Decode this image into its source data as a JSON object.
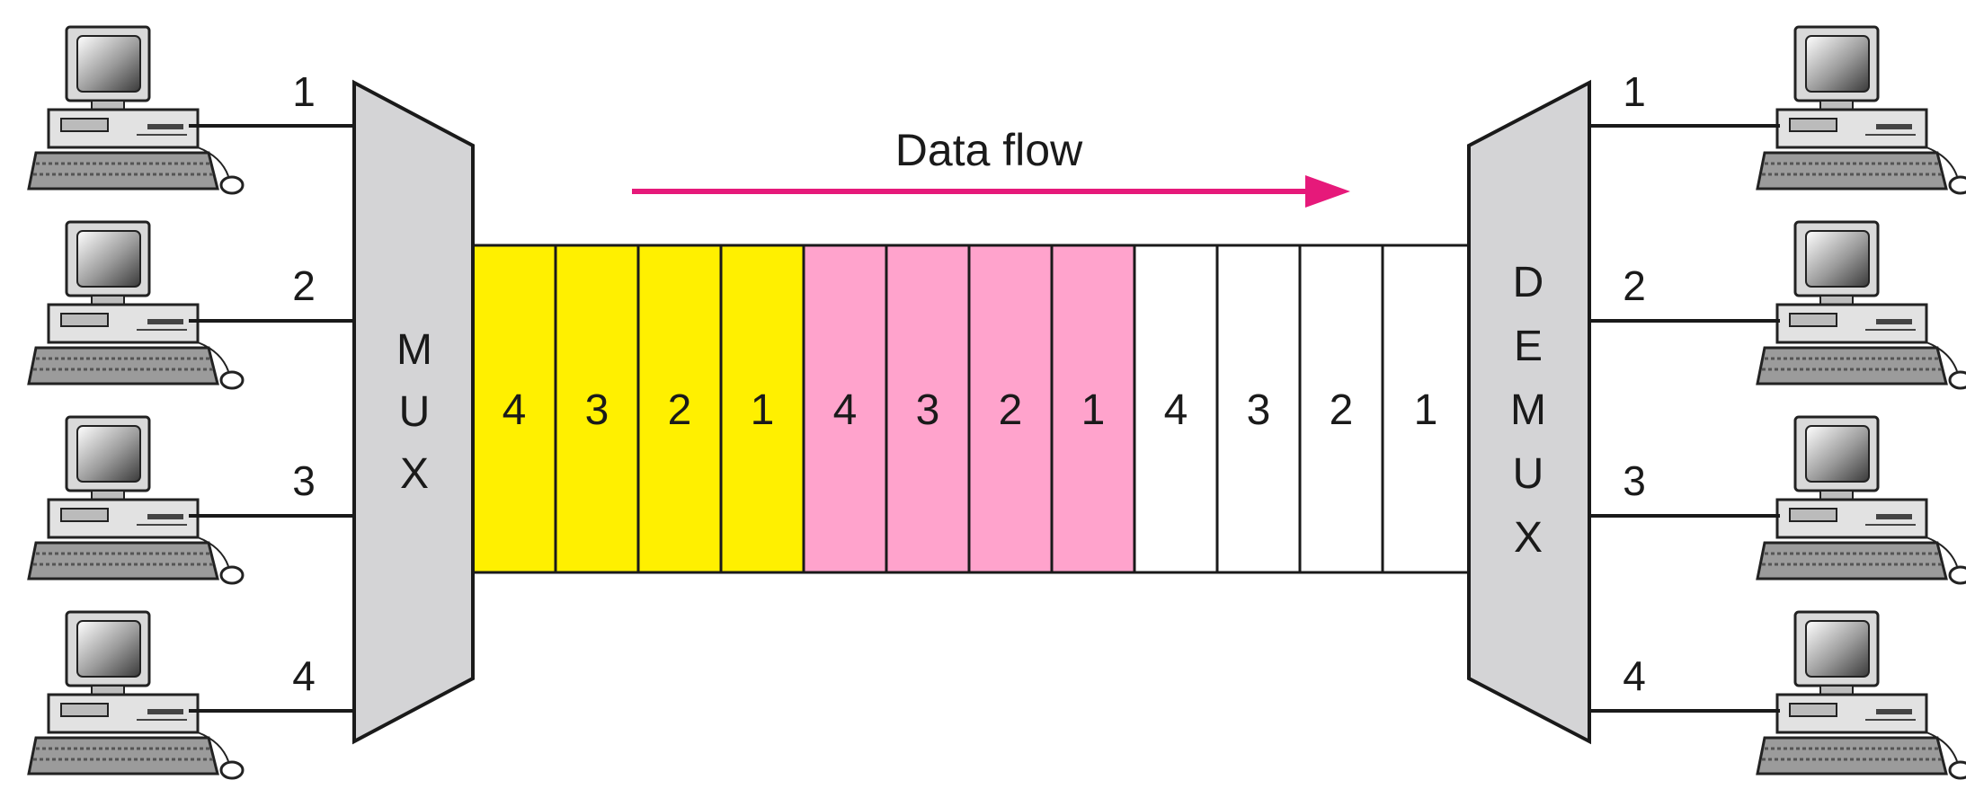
{
  "diagram": {
    "arrow_label": "Data flow",
    "mux_label": [
      "M",
      "U",
      "X"
    ],
    "demux_label": [
      "D",
      "E",
      "M",
      "U",
      "X"
    ],
    "line_labels_left": [
      "1",
      "2",
      "3",
      "4"
    ],
    "line_labels_right": [
      "1",
      "2",
      "3",
      "4"
    ],
    "frames": [
      {
        "color": "#fff000",
        "slots": [
          "4",
          "3",
          "2",
          "1"
        ]
      },
      {
        "color": "#ffa3cc",
        "slots": [
          "4",
          "3",
          "2",
          "1"
        ]
      },
      {
        "color": "#ffffff",
        "slots": [
          "4",
          "3",
          "2",
          "1"
        ]
      }
    ],
    "colors": {
      "arrow": "#e6197a",
      "device_fill": "#d4d4d6",
      "line": "#1a1a1a"
    },
    "icons": {
      "computer": "desktop-computer-icon"
    }
  }
}
